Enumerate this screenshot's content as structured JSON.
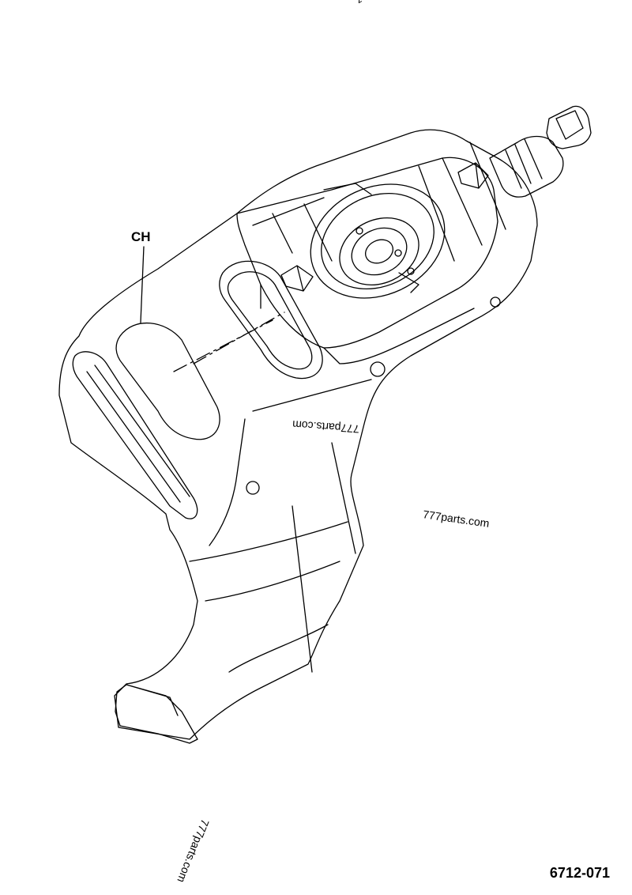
{
  "callout_label": "CH",
  "part_number": "6712-071",
  "watermarks": [
    "777parts.com",
    "777parts.com",
    "777parts.com",
    "z"
  ]
}
